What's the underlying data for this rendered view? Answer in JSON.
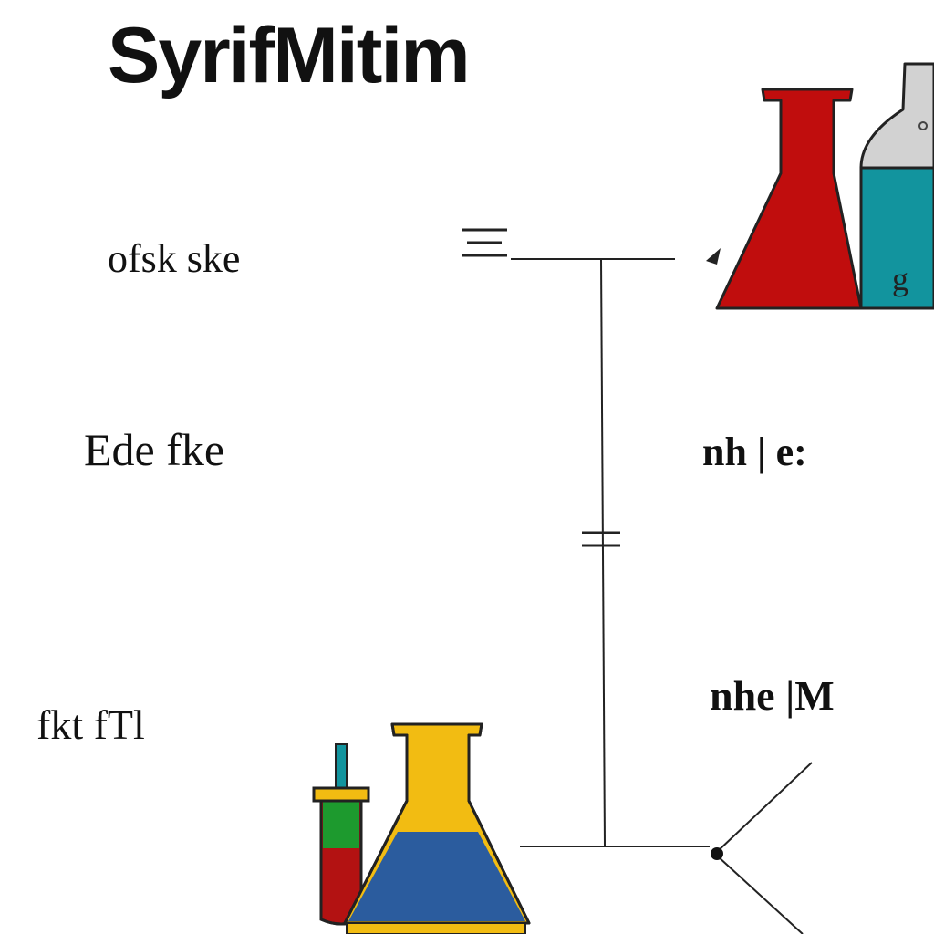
{
  "title": "SyrifMitim",
  "labels": {
    "left_1": "ofsk ske",
    "left_2": "Ede fke",
    "left_3": "fkt fTl",
    "right_1": "nh | e:",
    "right_2": "nhe |M",
    "flask_mark": "g"
  },
  "colors": {
    "red_flask": "#c00d0d",
    "teal_bottle": "#12949e",
    "grey_cap": "#d2d2d2",
    "yellow_flask": "#f2bc12",
    "blue_liquid": "#2b5c9e",
    "green_tube": "#1d9a2e",
    "line": "#222222"
  }
}
